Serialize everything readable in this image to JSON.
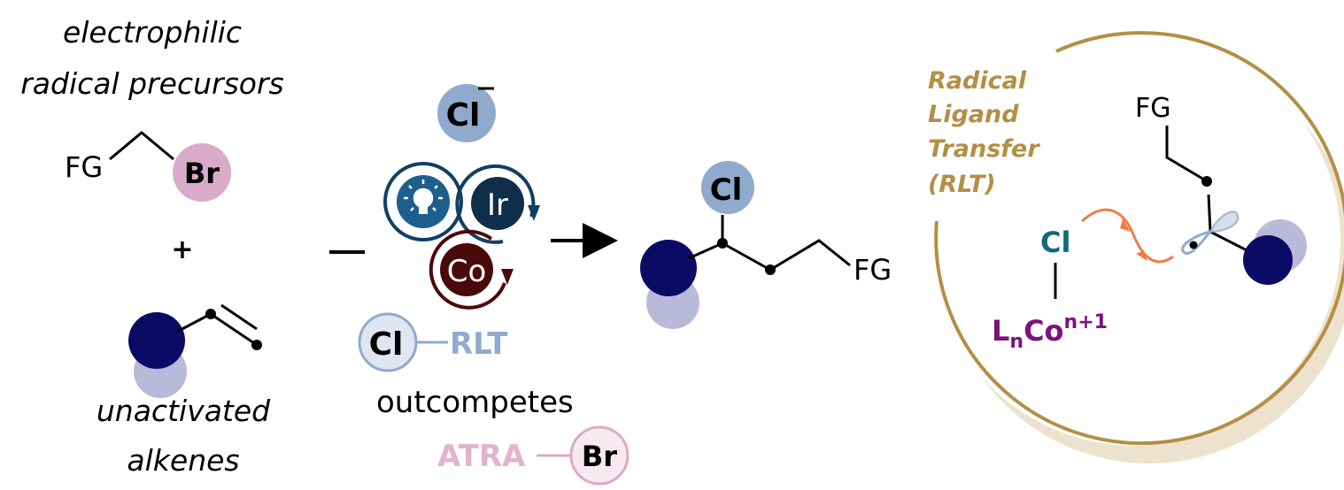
{
  "reactants": {
    "precursor_caption_line1": "electrophilic",
    "precursor_caption_line2": "radical precursors",
    "precursor_fg": "FG",
    "precursor_halide": "Br",
    "plus": "+",
    "alkene_caption_line1": "unactivated",
    "alkene_caption_line2": "alkenes"
  },
  "conditions": {
    "anion": "Cl",
    "anion_charge": "−",
    "photocatalyst": "Ir",
    "cocatalyst": "Co",
    "light_icon": "lightbulb-icon",
    "rlt_atom": "Cl",
    "rlt_label": "RLT",
    "outcompetes": "outcompetes",
    "atra_label": "ATRA",
    "atra_atom": "Br"
  },
  "product": {
    "halide": "Cl",
    "fg": "FG"
  },
  "inset": {
    "title_line1": "Radical",
    "title_line2": "Ligand",
    "title_line3": "Transfer",
    "title_line4": "(RLT)",
    "fg": "FG",
    "cl": "Cl",
    "lnco_L": "L",
    "lnco_n": "n",
    "lnco_Co": "Co",
    "lnco_sup": "n+1"
  },
  "colors": {
    "br": "#d9abc9",
    "cl": "#8faacd",
    "dark_sphere": "#0b0b66",
    "light_sphere": "#b9b9d9",
    "ir": "#0e2e4c",
    "bulb": "#1c5f8d",
    "co": "#4a0a0a",
    "gold": "#b38f46",
    "teal": "#0e6b7b",
    "purple": "#7a127f",
    "orange": "#ee7d45"
  }
}
